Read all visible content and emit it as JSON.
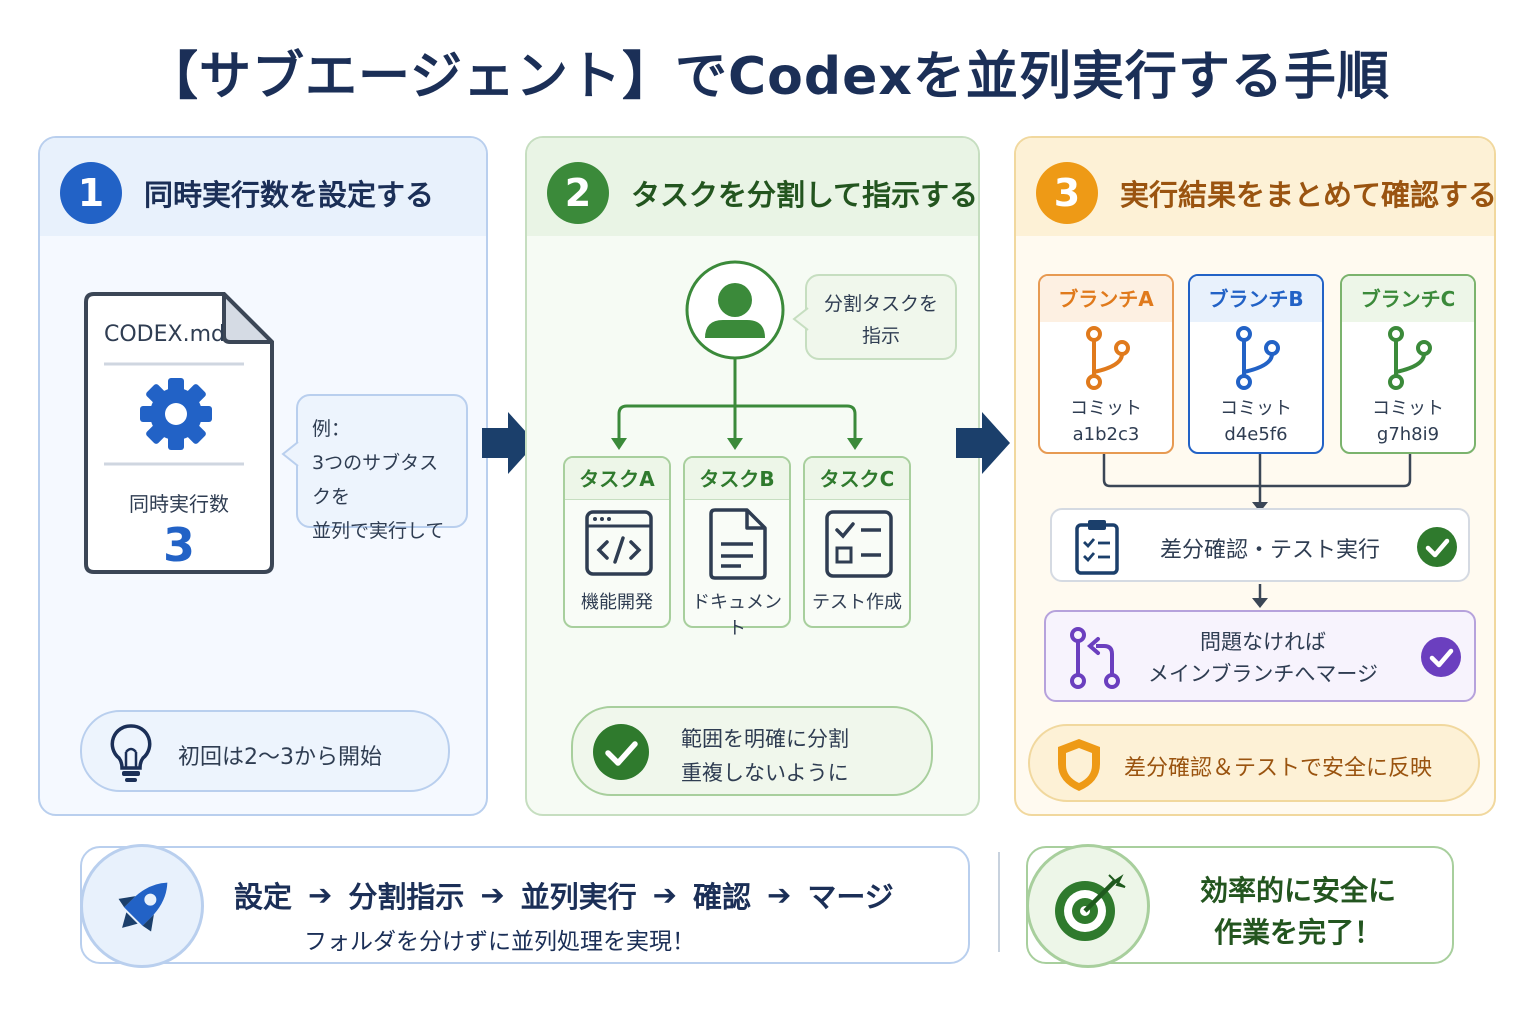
{
  "title": "【サブエージェント】でCodexを並列実行する手順",
  "colors": {
    "blue": "#2262c6",
    "green": "#3b8a3a",
    "orange": "#ee9a16",
    "purple": "#6b3fbf",
    "navy": "#1b2f57"
  },
  "step1": {
    "number": "1",
    "title": "同時実行数を設定する",
    "file_name": "CODEX.md",
    "setting_label": "同時実行数",
    "setting_value": "3",
    "bubble_line1": "例：",
    "bubble_line2": "3つのサブタスクを",
    "bubble_line3": "並列で実行して",
    "tip": "初回は2〜3から開始"
  },
  "step2": {
    "number": "2",
    "title": "タスクを分割して指示する",
    "bubble_line1": "分割タスクを",
    "bubble_line2": "指示",
    "tasks": [
      {
        "name": "タスクA",
        "label": "機能開発",
        "icon": "code-window-icon"
      },
      {
        "name": "タスクB",
        "label": "ドキュメント",
        "icon": "document-icon"
      },
      {
        "name": "タスクC",
        "label": "テスト作成",
        "icon": "checklist-icon"
      }
    ],
    "note_line1": "範囲を明確に分割",
    "note_line2": "重複しないように"
  },
  "step3": {
    "number": "3",
    "title": "実行結果をまとめて確認する",
    "branches": [
      {
        "name": "ブランチA",
        "commit_label": "コミット",
        "commit": "a1b2c3",
        "color": "#e07a1c"
      },
      {
        "name": "ブランチB",
        "commit_label": "コミット",
        "commit": "d4e5f6",
        "color": "#2262c6"
      },
      {
        "name": "ブランチC",
        "commit_label": "コミット",
        "commit": "g7h8i9",
        "color": "#3b8a3a"
      }
    ],
    "review": "差分確認・テスト実行",
    "merge_line1": "問題なければ",
    "merge_line2": "メインブランチへマージ",
    "safety": "差分確認＆テストで安全に反映"
  },
  "bottom": {
    "flow": [
      "設定",
      "分割指示",
      "並列実行",
      "確認",
      "マージ"
    ],
    "arrow": "➔",
    "subtitle": "フォルダを分けずに並列処理を実現！",
    "result_line1": "効率的に安全に",
    "result_line2": "作業を完了！"
  }
}
